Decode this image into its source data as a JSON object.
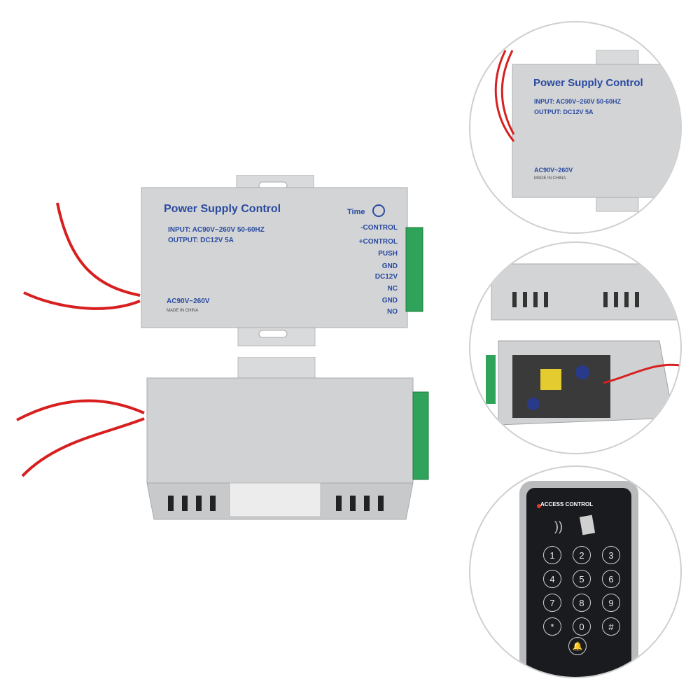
{
  "device": {
    "title": "Power Supply Control",
    "input": "INPUT: AC90V~260V 50-60HZ",
    "output": "OUTPUT: DC12V 5A",
    "ac_range": "AC90V~260V",
    "made_in": "MADE IN CHINA",
    "time_label": "Time",
    "terminals": [
      "-CONTROL",
      "+CONTROL",
      "PUSH",
      "GND",
      "DC12V",
      "NC",
      "GND",
      "NO"
    ]
  },
  "keypad": {
    "brand": "ACCESS CONTROL",
    "keys": [
      "1",
      "2",
      "3",
      "4",
      "5",
      "6",
      "7",
      "8",
      "9",
      "*",
      "0",
      "#"
    ]
  },
  "colors": {
    "case": "#d2d4d6",
    "wire": "#d81f1f",
    "terminal": "#2fa35a",
    "label_blue": "#2a4aa0",
    "keypad_body": "#1a1b1e"
  }
}
